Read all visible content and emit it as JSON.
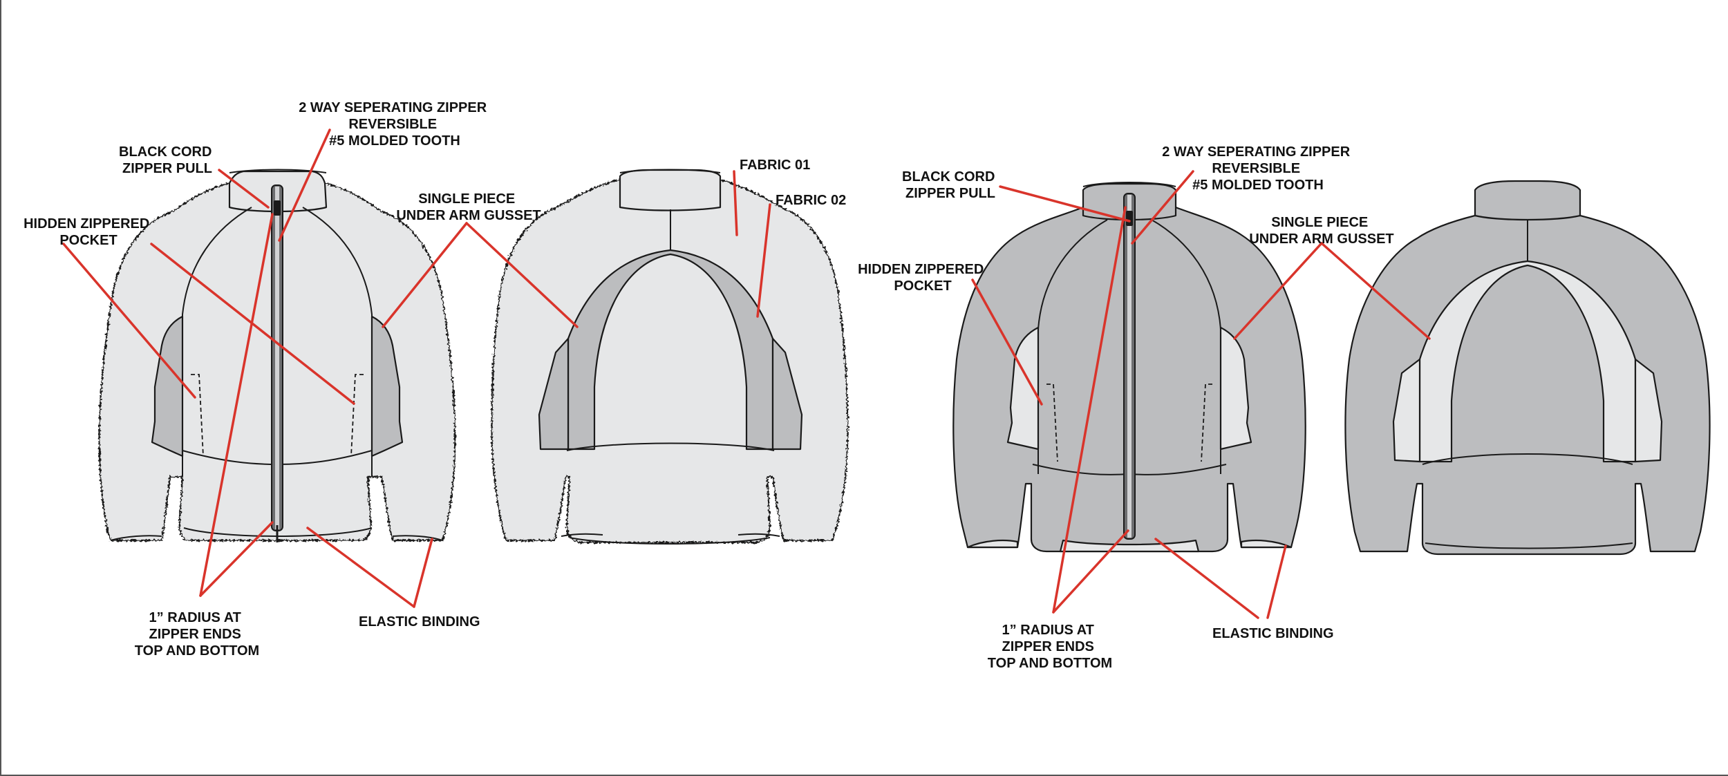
{
  "colors": {
    "fabric_light": "#e6e7e8",
    "fabric_dark": "#bcbdbf",
    "binding": "#8a8a8c",
    "leader": "#d9342b",
    "outline": "#1a1a1a"
  },
  "left_group": {
    "zipper": [
      "2 WAY SEPERATING ZIPPER",
      "REVERSIBLE",
      "#5 MOLDED TOOTH"
    ],
    "zipper_pull": [
      "BLACK CORD",
      "ZIPPER PULL"
    ],
    "pocket": [
      "HIDDEN ZIPPERED",
      "POCKET"
    ],
    "gusset": [
      "SINGLE PIECE",
      "UNDER ARM GUSSET"
    ],
    "fabric1": "FABRIC 01",
    "fabric2": "FABRIC 02",
    "radius": [
      "1” RADIUS AT",
      "ZIPPER ENDS",
      "TOP AND BOTTOM"
    ],
    "binding": "ELASTIC BINDING"
  },
  "right_group": {
    "zipper": [
      "2 WAY SEPERATING ZIPPER",
      "REVERSIBLE",
      "#5 MOLDED TOOTH"
    ],
    "zipper_pull": [
      "BLACK CORD",
      "ZIPPER PULL"
    ],
    "pocket": [
      "HIDDEN ZIPPERED",
      "POCKET"
    ],
    "gusset": [
      "SINGLE PIECE",
      "UNDER ARM GUSSET"
    ],
    "radius": [
      "1” RADIUS AT",
      "ZIPPER ENDS",
      "TOP AND BOTTOM"
    ],
    "binding": "ELASTIC BINDING"
  }
}
